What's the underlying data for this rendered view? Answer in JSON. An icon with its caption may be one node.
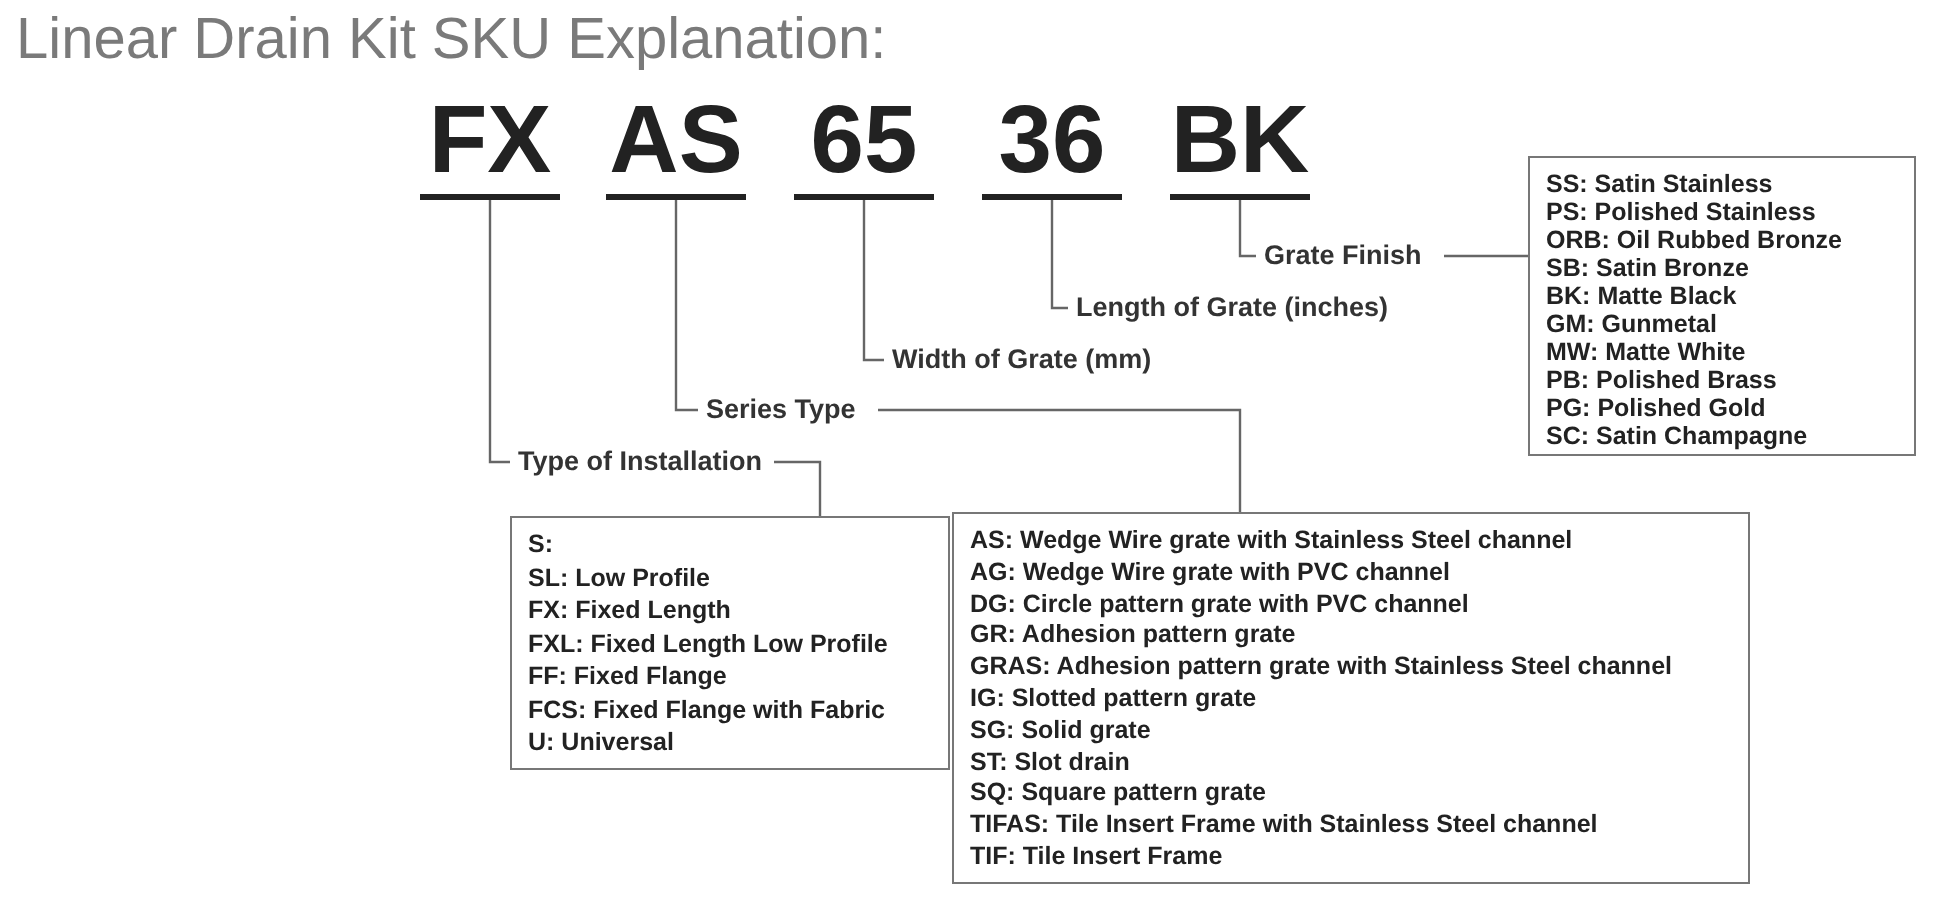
{
  "diagram": {
    "title": "Linear Drain Kit SKU Explanation:",
    "nodes": [
      {
        "text": [
          "FX"
        ]
      },
      {
        "text": [
          "AS"
        ]
      },
      {
        "text": [
          "65"
        ]
      },
      {
        "text": [
          "36"
        ]
      },
      {
        "text": [
          "BK"
        ]
      },
      {
        "text": [
          "Grate Finish"
        ]
      },
      {
        "text": [
          "SS: Satin Stainless",
          "PS: Polished Stainless",
          "ORB: Oil Rubbed Bronze",
          "SB: Satin Bronze",
          "BK: Matte Black",
          "GM: Gunmetal",
          "MW: Matte White",
          "PB: Polished Brass",
          "PG: Polished Gold",
          "SC: Satin Champagne"
        ]
      },
      {
        "text": [
          "Length of Grate (inches)"
        ]
      },
      {
        "text": [
          "Width of Grate (mm)"
        ]
      },
      {
        "text": [
          "Series Type"
        ]
      },
      {
        "text": [
          "Type of Installation"
        ]
      },
      {
        "text": [
          "S:",
          "SL: Low Profile",
          "FX: Fixed Length",
          "FXL: Fixed Length Low Profile",
          "FF: Fixed Flange",
          "FCS: Fixed Flange with Fabric",
          "U: Universal"
        ]
      },
      {
        "text": [
          "AS: Wedge Wire grate with Stainless Steel channel",
          "AG: Wedge Wire grate with PVC channel",
          "DG: Circle pattern grate with PVC channel",
          "GR: Adhesion pattern grate",
          "GRAS: Adhesion pattern grate with Stainless Steel channel",
          "IG: Slotted pattern grate",
          "SG: Solid grate",
          "ST: Slot drain",
          "SQ: Square pattern grate",
          "TIFAS: Tile Insert Frame with Stainless Steel channel",
          "TIF: Tile Insert Frame"
        ]
      }
    ],
    "edges": [
      {
        "from": 4,
        "to": 5,
        "arrow": "none"
      },
      {
        "from": 5,
        "to": 6,
        "arrow": "none"
      },
      {
        "from": 3,
        "to": 7,
        "arrow": "none"
      },
      {
        "from": 2,
        "to": 8,
        "arrow": "none"
      },
      {
        "from": 1,
        "to": 9,
        "arrow": "none"
      },
      {
        "from": 9,
        "to": 12,
        "arrow": "none"
      },
      {
        "from": 0,
        "to": 10,
        "arrow": "none"
      },
      {
        "from": 10,
        "to": 11,
        "arrow": "none"
      }
    ]
  }
}
